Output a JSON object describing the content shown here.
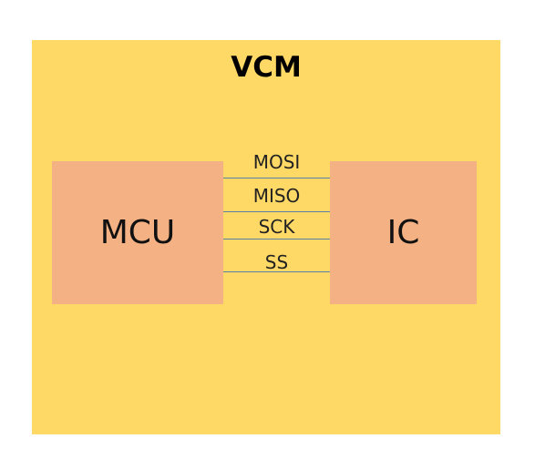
{
  "diagram": {
    "title": "VCM",
    "blocks": {
      "left": "MCU",
      "right": "IC"
    },
    "signals": [
      "MOSI",
      "MISO",
      "SCK",
      "SS"
    ]
  },
  "colors": {
    "container": "#FFD966",
    "block": "#F4B183",
    "line": "#5B7FA6"
  }
}
